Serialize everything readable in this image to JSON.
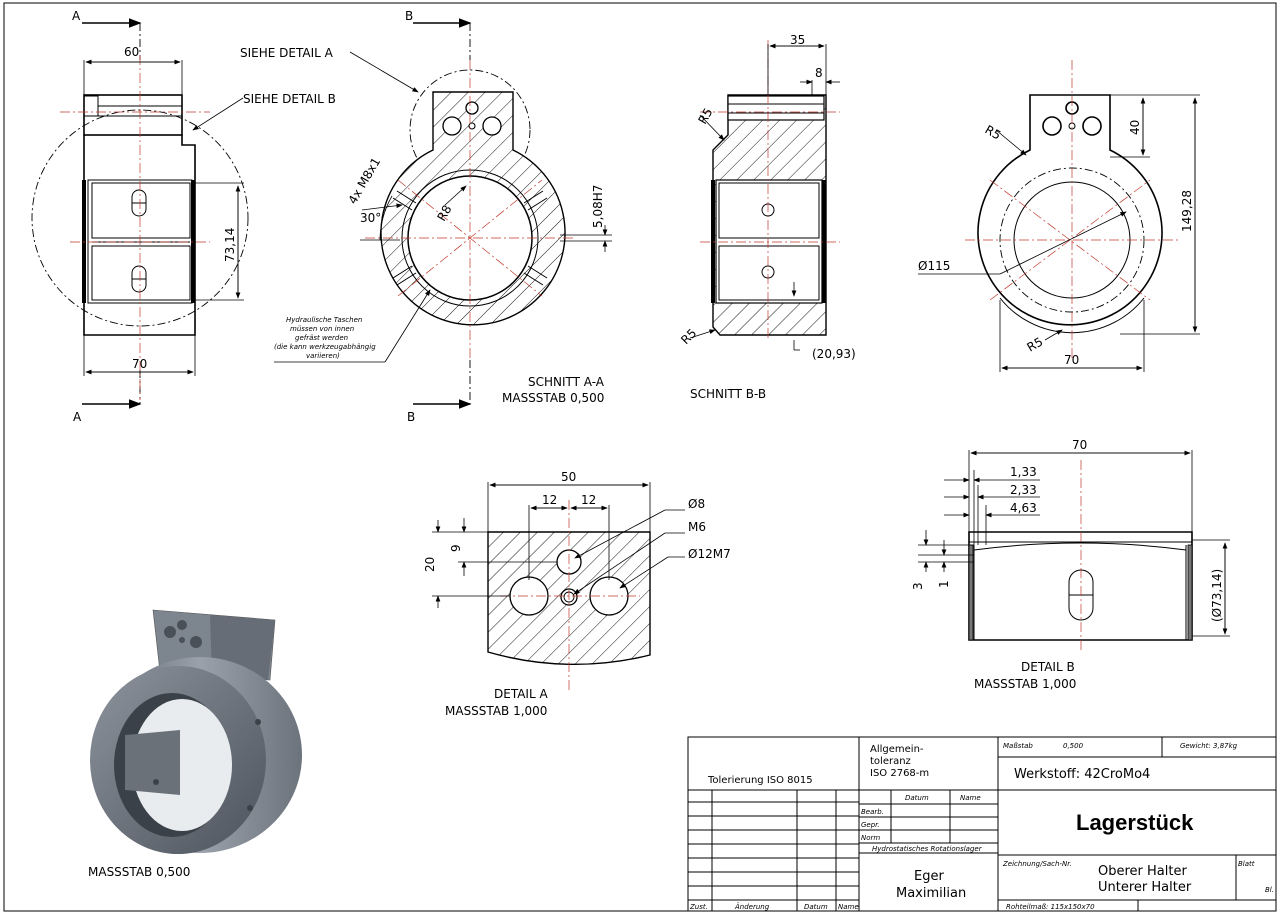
{
  "views": {
    "front": {
      "section_marker": "A",
      "dims": {
        "top_width": "60",
        "height": "73,14",
        "bottom_width": "70"
      },
      "callouts": {
        "detail_a": "SIEHE DETAIL  A",
        "detail_b": "SIEHE DETAIL  B"
      }
    },
    "section_aa": {
      "section_marker": "B",
      "title": "SCHNITT A-A",
      "scale": "MASSSTAB 0,500",
      "dims": {
        "thread": "4x M8x1",
        "angle": "30°",
        "radius": "R8",
        "bore": "5,08H7"
      },
      "note": [
        "Hydraulische Taschen",
        "müssen von innen",
        "gefräst werden",
        "(die kann werkzeugabhängig",
        "variieren)"
      ]
    },
    "section_bb": {
      "title": "SCHNITT B-B",
      "dims": {
        "top": "35",
        "small": "8",
        "r_top": "R5",
        "r_bottom": "R5",
        "ref": "(20,93)"
      }
    },
    "side": {
      "dims": {
        "r_top": "R5",
        "h_top": "40",
        "height": "149,28",
        "diameter": "Ø115",
        "r_bottom": "R5",
        "width": "70"
      }
    },
    "detail_a": {
      "title": "DETAIL  A",
      "scale": "MASSSTAB 1,000",
      "dims": {
        "width": "50",
        "left": "12",
        "right": "12",
        "height": "20",
        "offset": "9",
        "hole1": "Ø8",
        "hole2": "M6",
        "hole3": "Ø12M7"
      }
    },
    "detail_b": {
      "title": "DETAIL  B",
      "scale": "MASSSTAB 1,000",
      "dims": {
        "width": "70",
        "d1": "1,33",
        "d2": "2,33",
        "d3": "4,63",
        "v1": "3",
        "v2": "1",
        "diameter": "(Ø73,14)"
      }
    },
    "iso": {
      "scale": "MASSSTAB 0,500"
    }
  },
  "title_block": {
    "tolerance_label": "Tolerierung  ISO 8015",
    "general_tolerance": [
      "Allgemein-",
      "toleranz",
      "ISO 2768-m"
    ],
    "scale_label": "Maßstab",
    "scale_value": "0,500",
    "weight": "Gewicht: 3,87kg",
    "material": "Werkstoff: 42CroMo4",
    "title": "Lagerstück",
    "datum_label": "Datum",
    "name_label": "Name",
    "rows": [
      "Bearb.",
      "Gepr.",
      "Norm"
    ],
    "project": "Hydrostatisches Rotationslager",
    "author_first": "Eger",
    "author_last": "Maximilian",
    "drawing_no_label": "Zeichnung/Sach-Nr.",
    "part_upper": "Oberer Halter",
    "part_lower": "Unterer Halter",
    "sheet_label": "Blatt",
    "sheet_label2": "Bl.",
    "raw_size": "Rohteilmaß: 115x150x70",
    "revision_cols": [
      "Zust.",
      "Änderung",
      "Datum",
      "Name"
    ]
  }
}
